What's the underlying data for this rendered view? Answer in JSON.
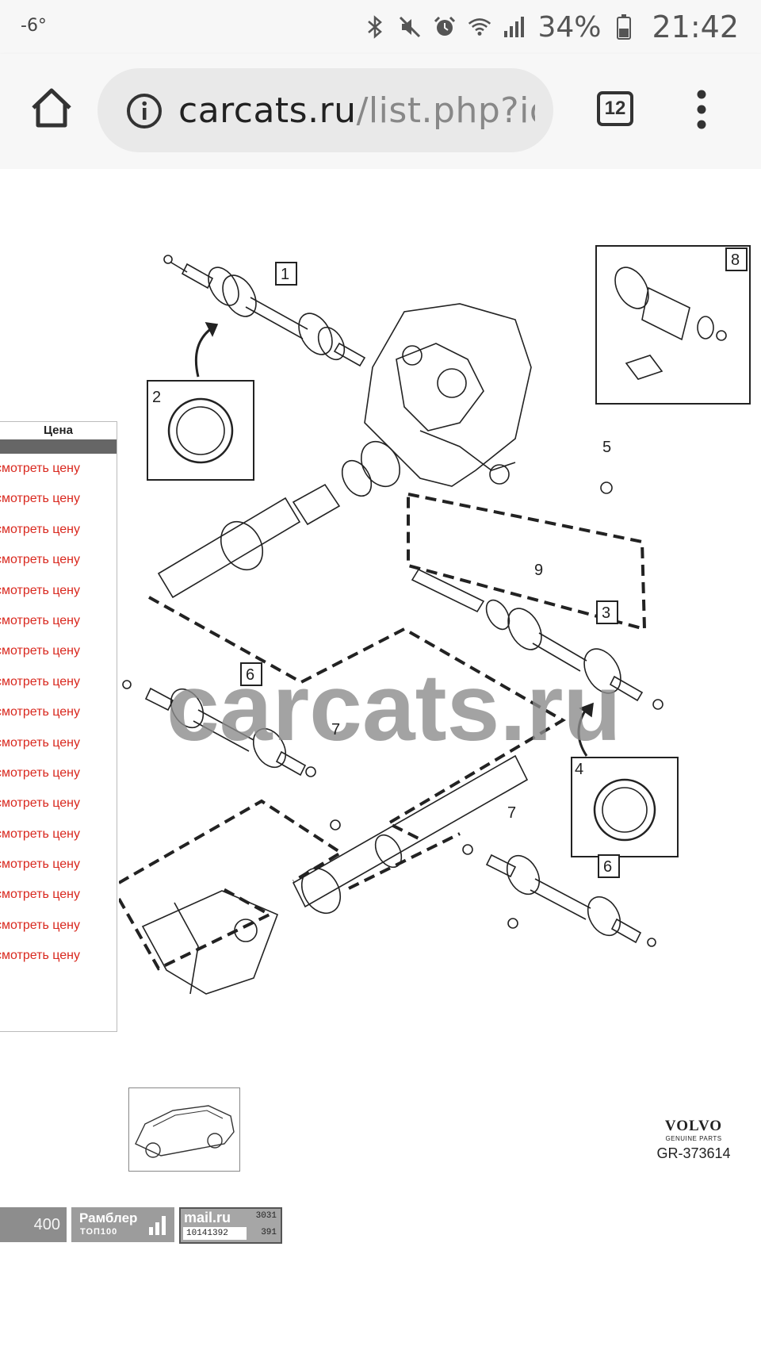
{
  "status_bar": {
    "temperature": "-6°",
    "battery_percent": "34%",
    "time": "21:42",
    "icons": [
      "bluetooth-icon",
      "mute-icon",
      "alarm-icon",
      "wifi-icon",
      "signal-icon",
      "battery-icon"
    ]
  },
  "browser": {
    "url_domain": "carcats.ru",
    "url_path": "/list.php?id",
    "tab_count": "12"
  },
  "price_table": {
    "header": "Цена",
    "rows": [
      "смотреть цену",
      "смотреть цену",
      "смотреть цену",
      "смотреть цену",
      "смотреть цену",
      "смотреть цену",
      "смотреть цену",
      "смотреть цену",
      "смотреть цену",
      "смотреть цену",
      "смотреть цену",
      "смотреть цену",
      "смотреть цену",
      "смотреть цену",
      "смотреть цену",
      "смотреть цену",
      "смотреть цену"
    ],
    "link_color": "#d9281e"
  },
  "diagram": {
    "watermark": "carcats.ru",
    "callouts": [
      "1",
      "2",
      "3",
      "4",
      "5",
      "6",
      "7",
      "8",
      "9",
      "6",
      "7"
    ],
    "brand": "VOLVO",
    "brand_sub": "GENUINE PARTS",
    "figure_code": "GR-373614"
  },
  "counters": {
    "gray_counter": "400",
    "rambler_title": "Рамблер",
    "rambler_sub": "ТОП100",
    "mailru_logo": "mail.ru",
    "mailru_count1": "3031",
    "mailru_count2": "391",
    "mailru_id": "10141392"
  }
}
